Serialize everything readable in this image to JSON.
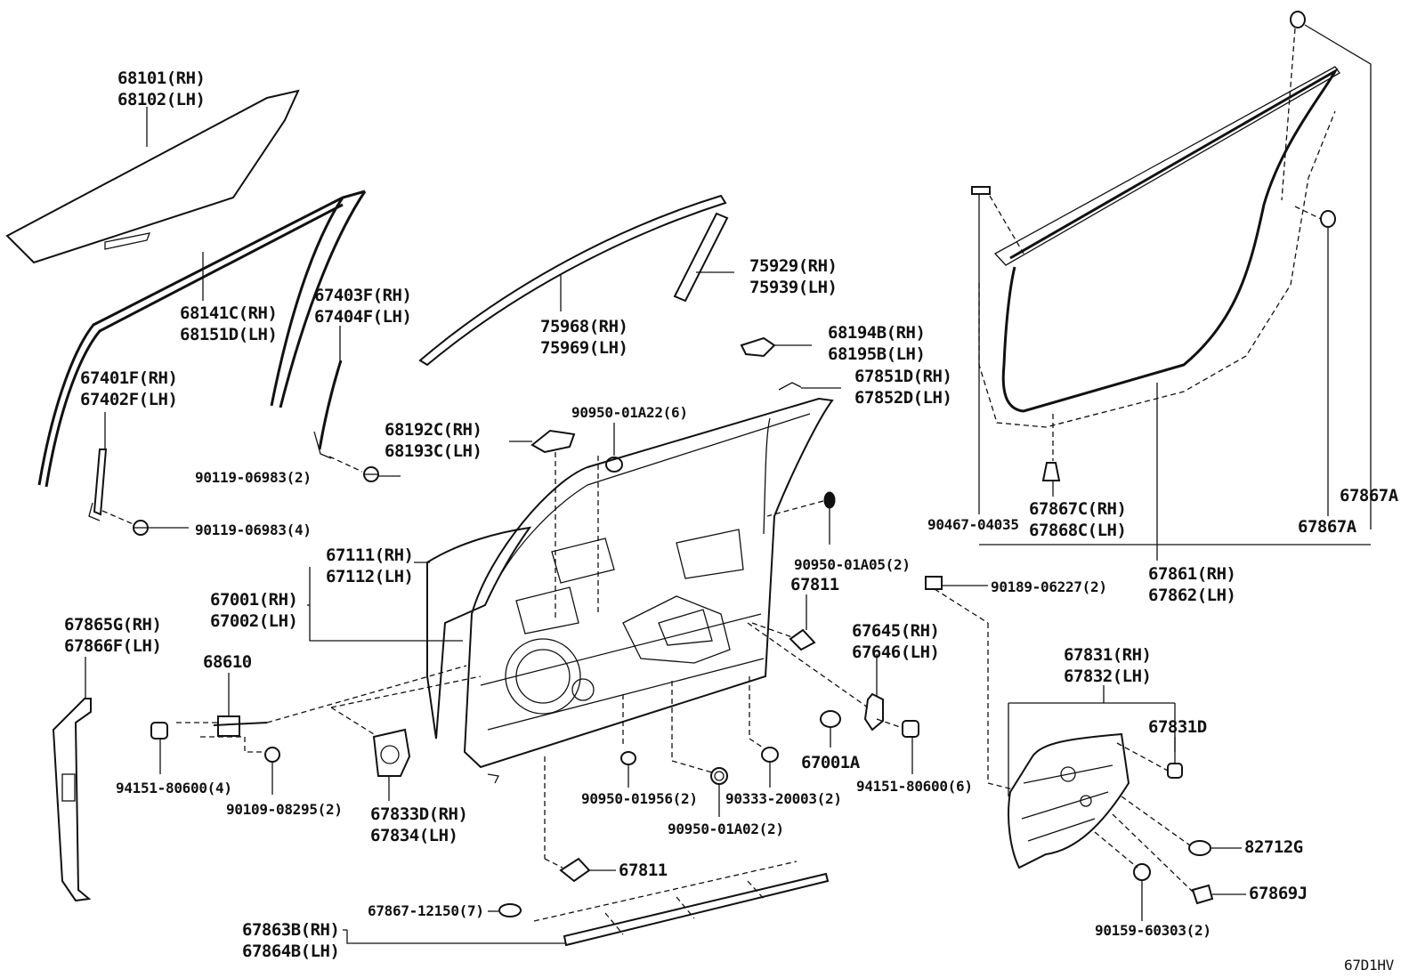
{
  "parts": {
    "glass": [
      "68101(RH)",
      "68102(LH)"
    ],
    "glass_run": [
      "68141C(RH)",
      "68151D(LH)"
    ],
    "rear_channel": [
      "67403F(RH)",
      "67404F(LH)"
    ],
    "front_channel": [
      "67401F(RH)",
      "67402F(LH)"
    ],
    "bolt_2": "90119-06983(2)",
    "bolt_4": "90119-06983(4)",
    "outer_weatherstrip": [
      "75968(RH)",
      "75969(LH)"
    ],
    "pillar_garnish": [
      "75929(RH)",
      "75939(LH)"
    ],
    "mirror_seal": [
      "68194B(RH)",
      "68195B(LH)"
    ],
    "hole_cover_upper": [
      "67851D(RH)",
      "67852D(LH)"
    ],
    "glass_stopper": [
      "68192C(RH)",
      "68193C(LH)"
    ],
    "plug_6": "90950-01A22(6)",
    "door_panel": [
      "67111(RH)",
      "67112(LH)"
    ],
    "door_assy": [
      "67001(RH)",
      "67002(LH)"
    ],
    "plug_2": "90950-01A05(2)",
    "service_hole_cover": "67811",
    "service_hole_cover_b": "67811",
    "check_bracket": [
      "67645(RH)",
      "67646(LH)"
    ],
    "hinge_pad": [
      "67865G(RH)",
      "67866F(LH)"
    ],
    "door_check": "68610",
    "nut_4": "94151-80600(4)",
    "bolt_check": "90109-08295(2)",
    "speaker_cover": [
      "67833D(RH)",
      "67834(LH)"
    ],
    "plug_1956": "90950-01956(2)",
    "plug_a02": "90950-01A02(2)",
    "plug_20003": "90333-20003(2)",
    "bumper": "67001A",
    "nut_6": "94151-80600(6)",
    "side_weatherstrip": [
      "67863B(RH)",
      "67864B(LH)"
    ],
    "clip_7": "67867-12150(7)",
    "door_weatherstrip": [
      "67861(RH)",
      "67862(LH)"
    ],
    "clip_c": [
      "67867C(RH)",
      "67868C(LH)"
    ],
    "clip_04035": "90467-04035",
    "clip_a": "67867A",
    "clip_a_top": "67867A",
    "clip_06227": "90189-06227(2)",
    "trim_board": [
      "67831(RH)",
      "67832(LH)"
    ],
    "clip_d": "67831D",
    "clip_82712g": "82712G",
    "clip_69j": "67869J",
    "screw_60303": "90159-60303(2)"
  },
  "figure_code": "67D1HV"
}
